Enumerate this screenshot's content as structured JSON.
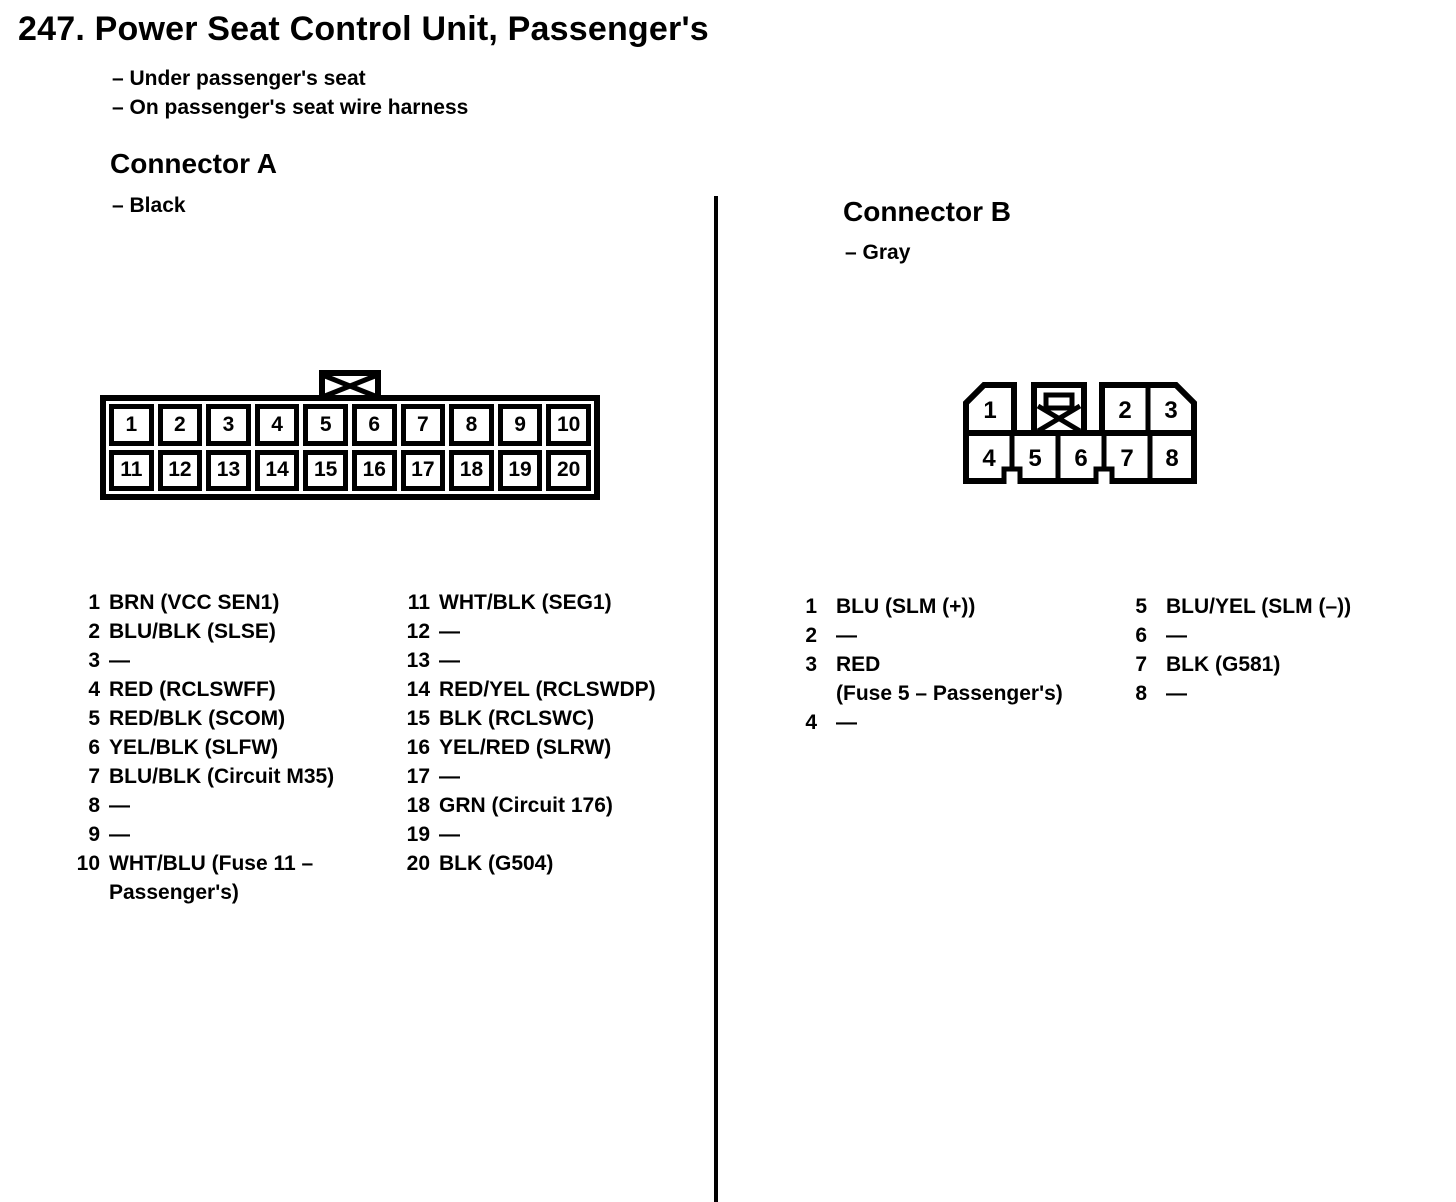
{
  "page": {
    "title": "247. Power Seat Control Unit, Passenger's",
    "location_notes": [
      "– Under passenger's seat",
      "– On passenger's seat wire harness"
    ]
  },
  "connector_a": {
    "heading": "Connector A",
    "color_note": "– Black",
    "top_pins": [
      "1",
      "2",
      "3",
      "4",
      "5",
      "6",
      "7",
      "8",
      "9",
      "10"
    ],
    "bottom_pins": [
      "11",
      "12",
      "13",
      "14",
      "15",
      "16",
      "17",
      "18",
      "19",
      "20"
    ],
    "pin_list_left": [
      {
        "num": "1",
        "desc": "BRN (VCC SEN1)"
      },
      {
        "num": "2",
        "desc": "BLU/BLK (SLSE)"
      },
      {
        "num": "3",
        "desc": "—"
      },
      {
        "num": "4",
        "desc": "RED (RCLSWFF)"
      },
      {
        "num": "5",
        "desc": "RED/BLK (SCOM)"
      },
      {
        "num": "6",
        "desc": "YEL/BLK (SLFW)"
      },
      {
        "num": "7",
        "desc": "BLU/BLK (Circuit M35)"
      },
      {
        "num": "8",
        "desc": "—"
      },
      {
        "num": "9",
        "desc": "—"
      },
      {
        "num": "10",
        "desc": "WHT/BLU (Fuse 11 –",
        "desc2": "Passenger's)"
      }
    ],
    "pin_list_right": [
      {
        "num": "11",
        "desc": "WHT/BLK (SEG1)"
      },
      {
        "num": "12",
        "desc": "—"
      },
      {
        "num": "13",
        "desc": "—"
      },
      {
        "num": "14",
        "desc": "RED/YEL (RCLSWDP)"
      },
      {
        "num": "15",
        "desc": "BLK (RCLSWC)"
      },
      {
        "num": "16",
        "desc": "YEL/RED (SLRW)"
      },
      {
        "num": "17",
        "desc": "—"
      },
      {
        "num": "18",
        "desc": "GRN (Circuit 176)"
      },
      {
        "num": "19",
        "desc": "—"
      },
      {
        "num": "20",
        "desc": "BLK (G504)"
      }
    ]
  },
  "connector_b": {
    "heading": "Connector B",
    "color_note": "– Gray",
    "pins": [
      "1",
      "2",
      "3",
      "4",
      "5",
      "6",
      "7",
      "8"
    ],
    "pin_list_left": [
      {
        "num": "1",
        "desc": "BLU (SLM (+))"
      },
      {
        "num": "2",
        "desc": "—"
      },
      {
        "num": "3",
        "desc": "RED",
        "desc2": "(Fuse 5 – Passenger's)"
      },
      {
        "num": "4",
        "desc": "—"
      }
    ],
    "pin_list_right": [
      {
        "num": "5",
        "desc": "BLU/YEL (SLM (–))"
      },
      {
        "num": "6",
        "desc": "—"
      },
      {
        "num": "7",
        "desc": "BLK (G581)"
      },
      {
        "num": "8",
        "desc": "—"
      }
    ]
  }
}
